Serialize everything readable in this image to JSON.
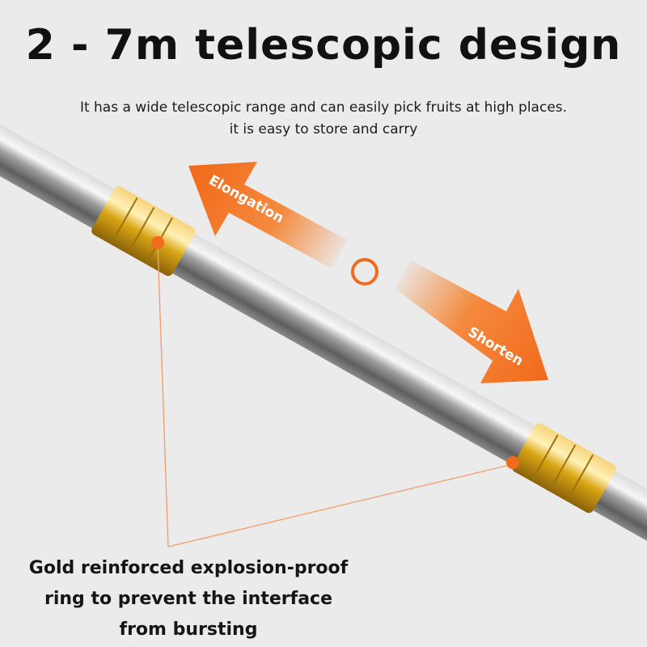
{
  "header": {
    "title": "2 - 7m telescopic design",
    "subtitle_line1": "It has a wide telescopic range and can easily pick fruits at high places.",
    "subtitle_line2": "it is easy to store and carry"
  },
  "arrows": {
    "extend_label": "Elongation",
    "retract_label": "Shorten"
  },
  "callout": {
    "line1": "Gold reinforced explosion-proof",
    "line2": "ring to prevent the interface",
    "line3": "from bursting"
  },
  "colors": {
    "accent_orange": "#f26a1b",
    "gold": "#d9a514",
    "steel": "#b9b9b9",
    "background": "#ebebeb"
  }
}
